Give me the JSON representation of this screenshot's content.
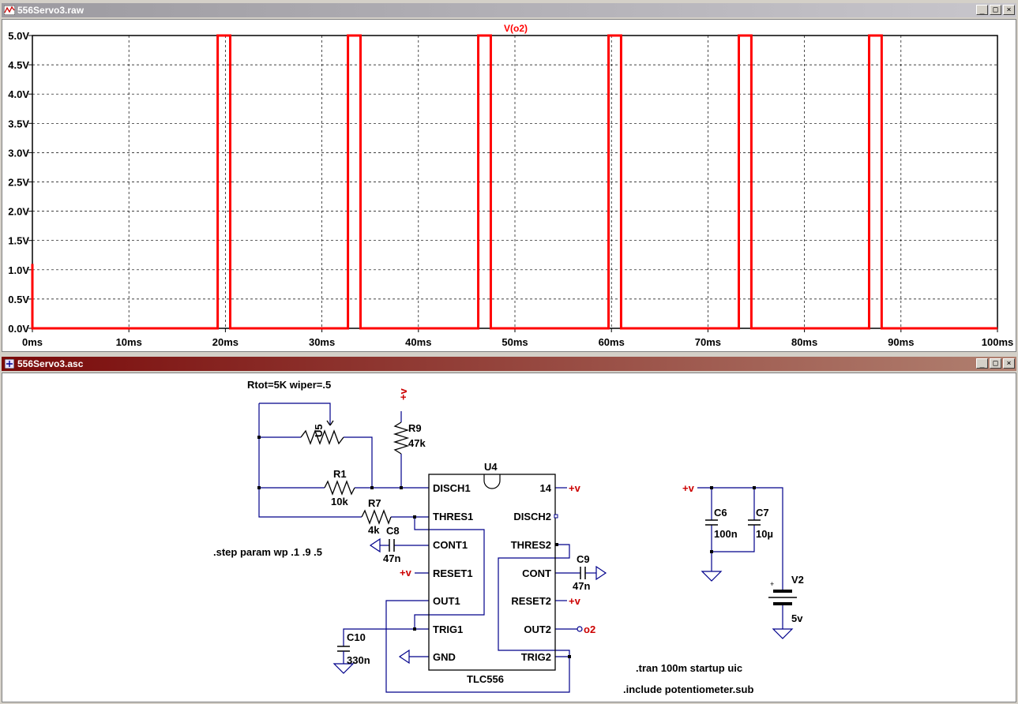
{
  "plot_window": {
    "title": "556Servo3.raw",
    "min_label": "_",
    "max_label": "□",
    "close_label": "×"
  },
  "schematic_window": {
    "title": "556Servo3.asc",
    "min_label": "_",
    "max_label": "□",
    "close_label": "×"
  },
  "chart_data": {
    "type": "line",
    "series": [
      {
        "name": "V(o2)",
        "color": "#ff0000",
        "pulses_ms": [
          [
            19.2,
            20.5
          ],
          [
            32.7,
            34.0
          ],
          [
            46.2,
            47.5
          ],
          [
            59.7,
            61.0
          ],
          [
            73.2,
            74.5
          ],
          [
            86.7,
            88.0
          ]
        ],
        "initial_spike_v": 1.1,
        "high_v": 5.0,
        "low_v": 0.0
      }
    ],
    "xlim": [
      0,
      100
    ],
    "ylim": [
      0,
      5
    ],
    "x_ticks": [
      "0ms",
      "10ms",
      "20ms",
      "30ms",
      "40ms",
      "50ms",
      "60ms",
      "70ms",
      "80ms",
      "90ms",
      "100ms"
    ],
    "y_ticks": [
      "0.0V",
      "0.5V",
      "1.0V",
      "1.5V",
      "2.0V",
      "2.5V",
      "3.0V",
      "3.5V",
      "4.0V",
      "4.5V",
      "5.0V"
    ],
    "grid": true
  },
  "schematic": {
    "labels": {
      "rtot_directive": "Rtot=5K wiper=.5",
      "step_directive": ".step param wp  .1 .9 .5",
      "tran_directive": ".tran 100m startup uic",
      "include_directive": ".include potentiometer.sub",
      "u5": "U5",
      "r9": "R9",
      "r9_val": "47k",
      "r1": "R1",
      "r1_val": "10k",
      "r7": "R7",
      "r7_val": "4k",
      "c8": "C8",
      "c8_val": "47n",
      "c9": "C9",
      "c9_val": "47n",
      "c10": "C10",
      "c10_val": "330n",
      "c6": "C6",
      "c6_val": "100n",
      "c7": "C7",
      "c7_val": "10µ",
      "v2": "V2",
      "v2_val": "5v",
      "u4": "U4",
      "u4_part": "TLC556",
      "plus_v": "+v",
      "o2": "o2",
      "battery_plus": "+"
    },
    "pins_left": [
      "DISCH1",
      "THRES1",
      "CONT1",
      "RESET1",
      "OUT1",
      "TRIG1",
      "GND"
    ],
    "pins_right": [
      "14",
      "DISCH2",
      "THRES2",
      "CONT",
      "RESET2",
      "OUT2",
      "TRIG2"
    ]
  },
  "colors": {
    "wire": "#00008b",
    "trace": "#ff0000",
    "net_label": "#cc0000",
    "grid": "#000000"
  }
}
